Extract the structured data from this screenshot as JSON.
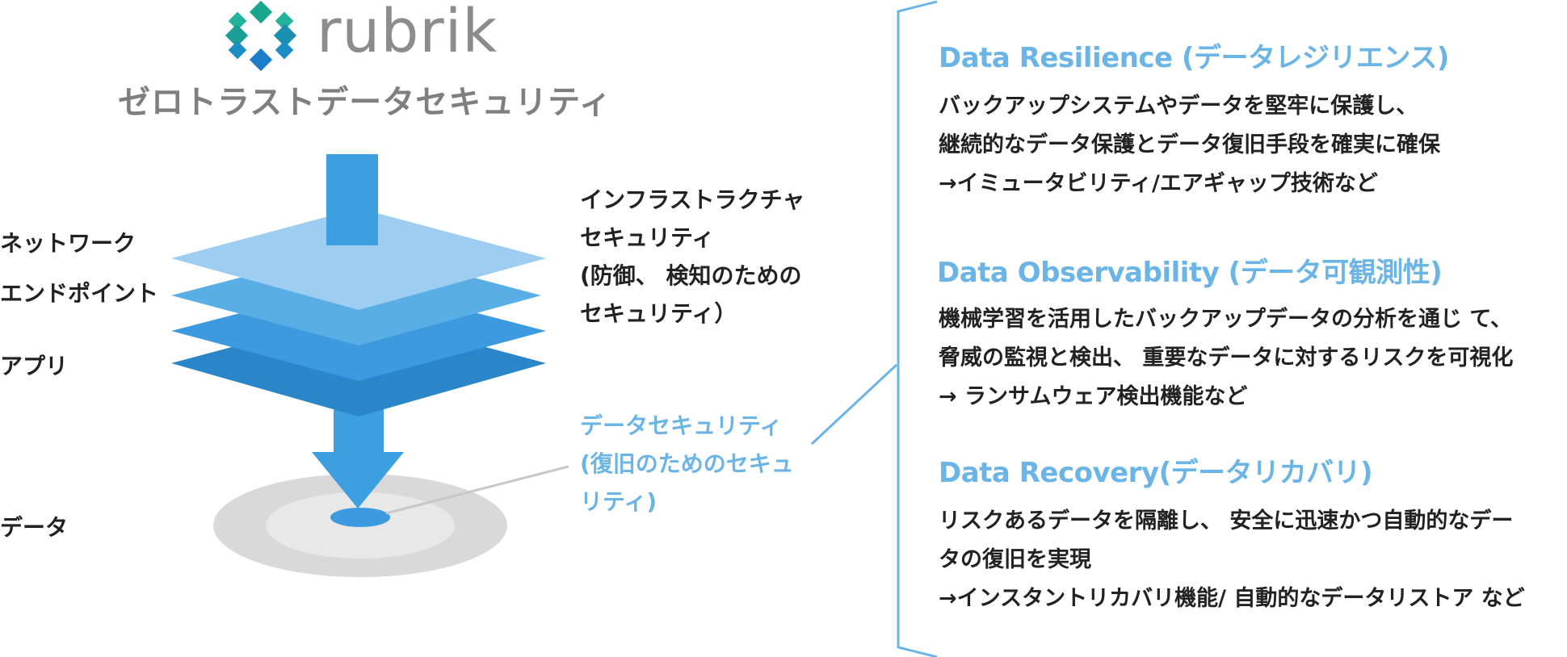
{
  "brand": {
    "logo_text": "rubrik",
    "subtitle": "ゼロトラストデータセキュリティ"
  },
  "layers": {
    "network": "ネットワーク",
    "endpoint": "エンドポイント",
    "app": "アプリ",
    "data": "データ"
  },
  "infrastructure_label": {
    "lines": [
      "インフラストラクチャ",
      "セキュリティ",
      "(防御、 検知のための",
      "セキュリティ）"
    ]
  },
  "data_security_label": {
    "lines": [
      "データセキュリティ",
      "(復旧のためのセキュ",
      "リティ)"
    ]
  },
  "sections": [
    {
      "title": "Data Resilience (データレジリエンス)",
      "lines": [
        "バックアップシステムやデータを堅牢に保護し、",
        "継続的なデータ保護とデータ復旧手段を確実に確保",
        "→イミュータビリティ/エアギャップ技術など"
      ]
    },
    {
      "title": "Data Observability (データ可観測性)",
      "lines": [
        "機械学習を活用したバックアップデータの分析を通じ て、",
        "脅威の監視と検出、 重要なデータに対するリスクを可視化",
        "→ ランサムウェア検出機能など"
      ]
    },
    {
      "title": "Data Recovery(データリカバリ)",
      "lines": [
        "リスクあるデータを隔離し、 安全に迅速かつ自動的なデー",
        "タの復旧を実現",
        "→インスタントリカバリ機能/ 自動的なデータリストア など"
      ]
    }
  ],
  "colors": {
    "accent_blue": "#6ab4e6",
    "layer_light": "#9dcdf0",
    "layer_mid": "#5aaee6",
    "layer_dark": "#3d9ade",
    "layer_darkest": "#2a86c8",
    "arrow_blue": "#3b9fe0",
    "disk_outer": "#d9d9d9",
    "disk_inner": "#e8e8e8",
    "text_gray": "#7f7f7f"
  },
  "icons": {
    "logo": "rubrik-logo-icon"
  }
}
